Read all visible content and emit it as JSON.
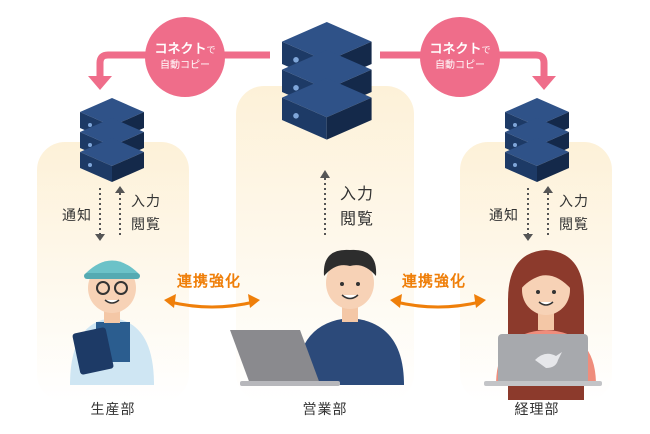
{
  "colors": {
    "accent_pink": "#ef6d8a",
    "accent_orange": "#ef7f0a",
    "server_navy": "#1d3a66",
    "panel_cream": "#fdf1d8"
  },
  "sync": {
    "left": {
      "title": "コネクト",
      "suffix": "で",
      "subtitle": "自動コピー"
    },
    "right": {
      "title": "コネクト",
      "suffix": "で",
      "subtitle": "自動コピー"
    }
  },
  "center": {
    "label_line1": "入力",
    "label_line2": "閲覧",
    "department": "営業部"
  },
  "left": {
    "notify": "通知",
    "label_line1": "入力",
    "label_line2": "閲覧",
    "department": "生産部"
  },
  "right": {
    "notify": "通知",
    "label_line1": "入力",
    "label_line2": "閲覧",
    "department": "経理部"
  },
  "relations": {
    "left": "連携強化",
    "right": "連携強化"
  },
  "icons": [
    "server-icon",
    "person-icon",
    "laptop-icon",
    "bird-logo-icon",
    "tablet-icon",
    "arrow-icon"
  ]
}
